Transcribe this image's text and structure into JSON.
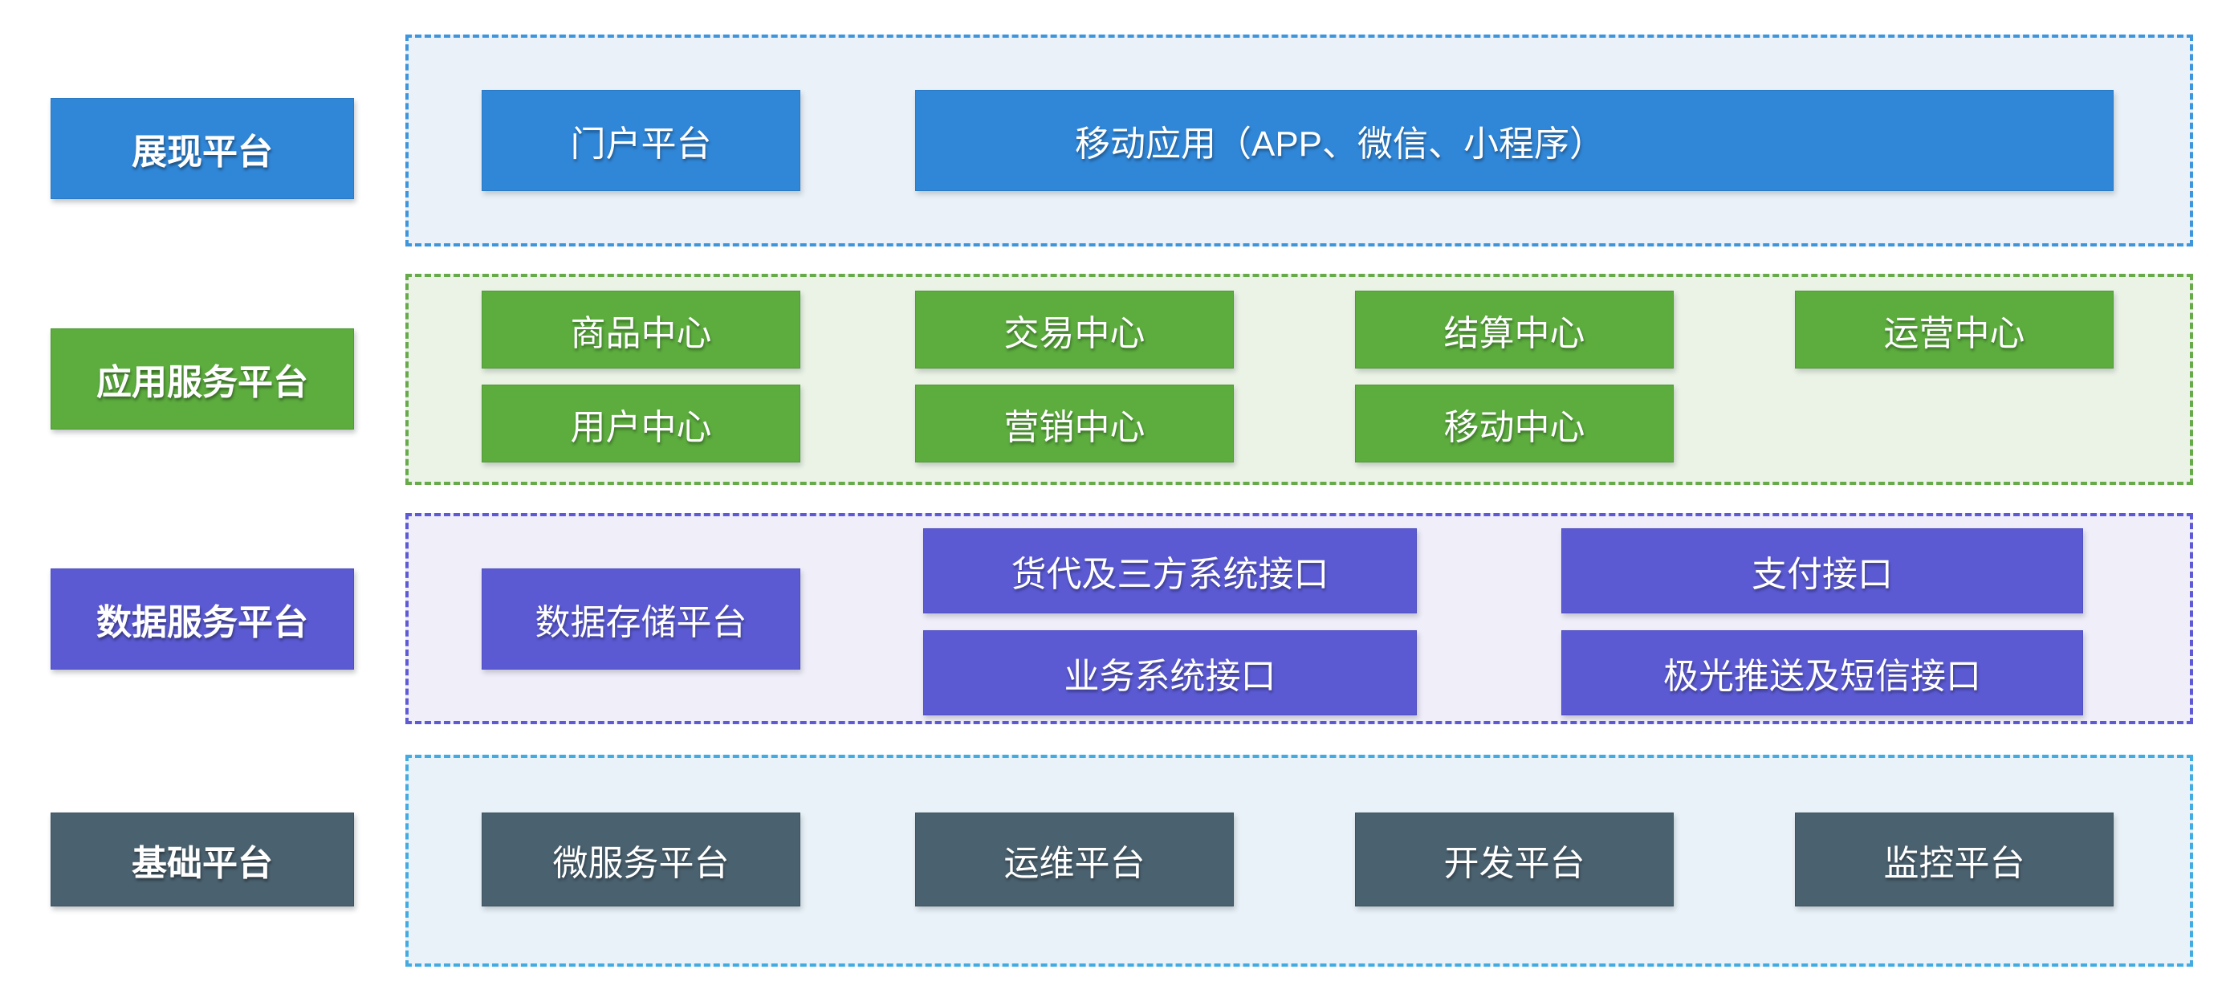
{
  "palette": {
    "blue": "#3086d7",
    "green": "#5cac3e",
    "purple": "#5b5ad3",
    "slate": "#4a616f",
    "blue_dash_border": "#3d95dc",
    "green_dash_border": "#66aa4a",
    "purple_dash_border": "#5e5ad6",
    "sky_dash_border": "#42abe1",
    "blue_group_bg": "#eaf1f8",
    "green_group_bg": "#ebf3e7",
    "purple_group_bg": "#efeef9",
    "sky_group_bg": "#e9f2f8"
  },
  "rows": [
    {
      "label": "展现平台",
      "items": [
        {
          "label": "门户平台"
        },
        {
          "label": "移动应用（APP、微信、小程序）"
        }
      ]
    },
    {
      "label": "应用服务平台",
      "items": [
        {
          "label": "商品中心"
        },
        {
          "label": "交易中心"
        },
        {
          "label": "结算中心"
        },
        {
          "label": "运营中心"
        },
        {
          "label": "用户中心"
        },
        {
          "label": "营销中心"
        },
        {
          "label": "移动中心"
        }
      ]
    },
    {
      "label": "数据服务平台",
      "items": [
        {
          "label": "数据存储平台"
        },
        {
          "label": "货代及三方系统接口"
        },
        {
          "label": "业务系统接口"
        },
        {
          "label": "支付接口"
        },
        {
          "label": "极光推送及短信接口"
        }
      ]
    },
    {
      "label": "基础平台",
      "items": [
        {
          "label": "微服务平台"
        },
        {
          "label": "运维平台"
        },
        {
          "label": "开发平台"
        },
        {
          "label": "监控平台"
        }
      ]
    }
  ]
}
